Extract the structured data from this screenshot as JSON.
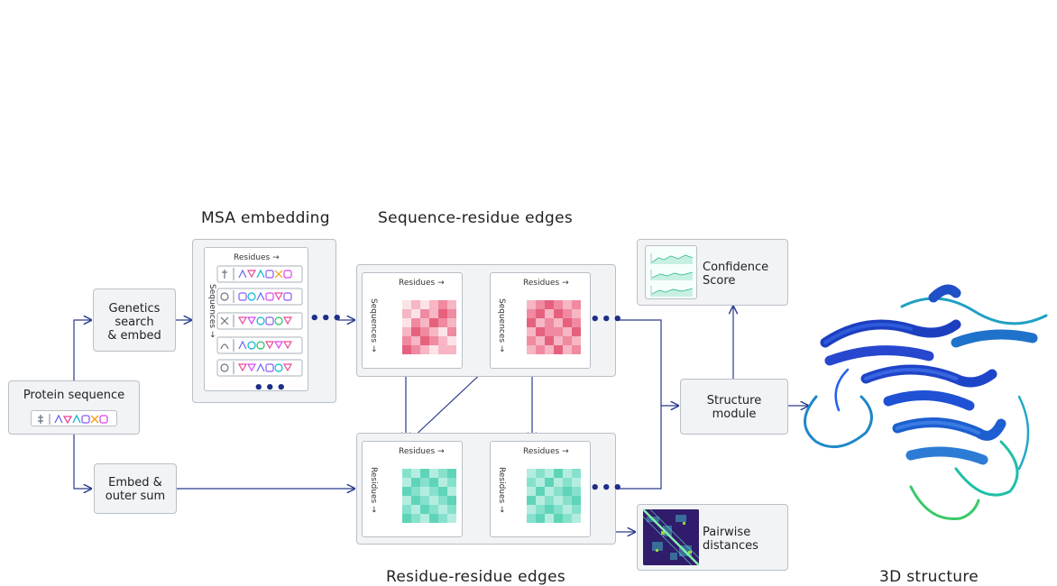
{
  "titles": {
    "msa": "MSA embedding",
    "seq_edges": "Sequence-residue edges",
    "res_edges": "Residue-residue edges",
    "structure": "3D structure"
  },
  "nodes": {
    "protein_sequence": "Protein sequence",
    "genetics_search_1": "Genetics",
    "genetics_search_2": "search",
    "genetics_search_3": "& embed",
    "embed_outer_1": "Embed &",
    "embed_outer_2": "outer sum",
    "structure_module_1": "Structure",
    "structure_module_2": "module",
    "confidence_1": "Confidence",
    "confidence_2": "Score",
    "pairwise_1": "Pairwise",
    "pairwise_2": "distances"
  },
  "axis": {
    "residues": "Residues →",
    "sequences": "Sequences →",
    "residues_v": "Residues →"
  },
  "ellipsis": "•••",
  "colors": {
    "arrow": "#2a3a8f",
    "box_fill": "#f1f3f5",
    "box_border": "#b9c0c7",
    "red_scale": [
      "#fbe3e8",
      "#f6b6c4",
      "#ef8aa1",
      "#e6617e"
    ],
    "teal_scale": [
      "#e0f8f3",
      "#b4ede0",
      "#86e1cc",
      "#5fd4b9"
    ],
    "protein_blue": "#1f3fbf",
    "protein_cyan": "#1ea0c8",
    "protein_green": "#2ecc5a"
  },
  "icons": {
    "residue_glyphs": "residue-glyphs-icon",
    "molecule": "molecule-icon",
    "confidence_plot": "confidence-plot-icon",
    "distance_map": "distance-map-icon",
    "protein_structure": "protein-structure-icon"
  }
}
